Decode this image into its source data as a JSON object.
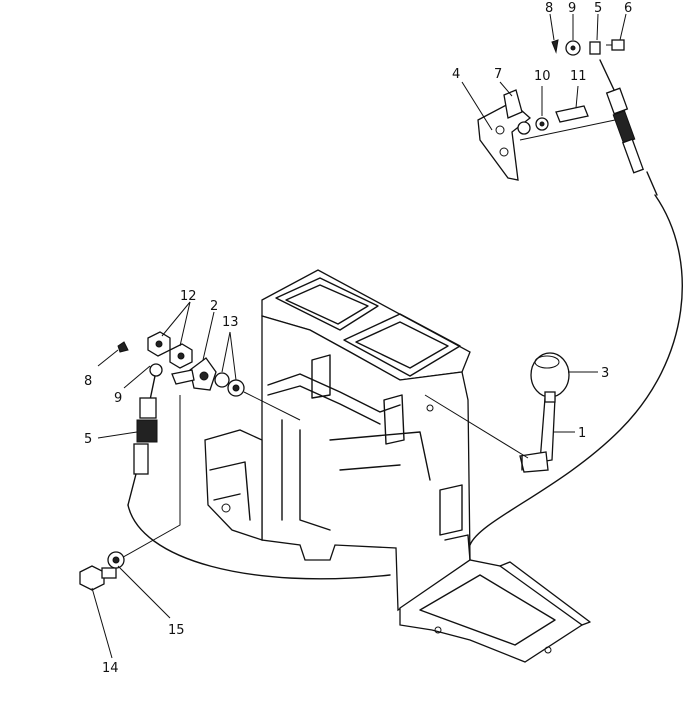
{
  "callouts": {
    "c1": "1",
    "c2": "2",
    "c3": "3",
    "c4": "4",
    "c5_top": "5",
    "c5_left": "5",
    "c6": "6",
    "c7": "7",
    "c8_top": "8",
    "c8_left": "8",
    "c9_top": "9",
    "c9_left": "9",
    "c10": "10",
    "c11": "11",
    "c12": "12",
    "c13": "13",
    "c14": "14",
    "c15": "15"
  },
  "colors": {
    "ink": "#111111",
    "background": "#ffffff"
  }
}
